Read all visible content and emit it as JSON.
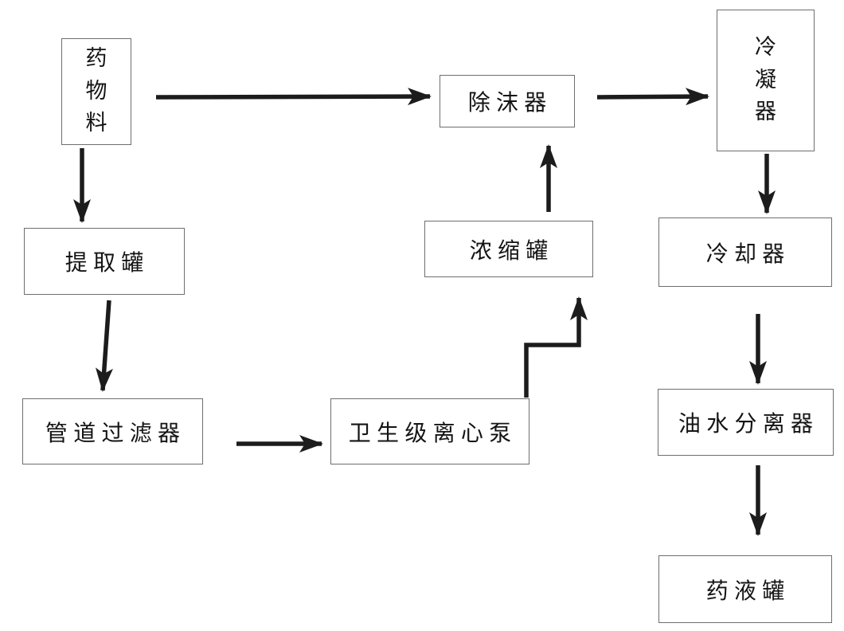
{
  "diagram": {
    "title": "medicine-extraction-process-flowchart",
    "colors": {
      "background": "#ffffff",
      "arrow": "#1c1c1c",
      "box_border": "#6e6e6e",
      "text": "#141414"
    },
    "nodes": {
      "drug_material": {
        "label": "药物料",
        "orientation": "vertical"
      },
      "extraction_tank": {
        "label": "提取罐",
        "orientation": "horizontal"
      },
      "pipeline_filter": {
        "label": "管道过滤器",
        "orientation": "horizontal"
      },
      "sanitary_pump": {
        "label": "卫生级离心泵",
        "orientation": "horizontal"
      },
      "concentration_tank": {
        "label": "浓缩罐",
        "orientation": "horizontal"
      },
      "demister": {
        "label": "除沫器",
        "orientation": "horizontal"
      },
      "condenser": {
        "label": "冷凝器",
        "orientation": "vertical"
      },
      "cooler": {
        "label": "冷却器",
        "orientation": "horizontal"
      },
      "oil_water_separator": {
        "label": "油水分离器",
        "orientation": "horizontal"
      },
      "liquid_medicine_tank": {
        "label": "药液罐",
        "orientation": "horizontal"
      }
    },
    "edges": [
      {
        "from": "drug_material",
        "to": "demister"
      },
      {
        "from": "drug_material",
        "to": "extraction_tank"
      },
      {
        "from": "extraction_tank",
        "to": "pipeline_filter"
      },
      {
        "from": "pipeline_filter",
        "to": "sanitary_pump"
      },
      {
        "from": "sanitary_pump",
        "to": "concentration_tank"
      },
      {
        "from": "concentration_tank",
        "to": "demister"
      },
      {
        "from": "demister",
        "to": "condenser"
      },
      {
        "from": "condenser",
        "to": "cooler"
      },
      {
        "from": "cooler",
        "to": "oil_water_separator"
      },
      {
        "from": "oil_water_separator",
        "to": "liquid_medicine_tank"
      }
    ]
  }
}
